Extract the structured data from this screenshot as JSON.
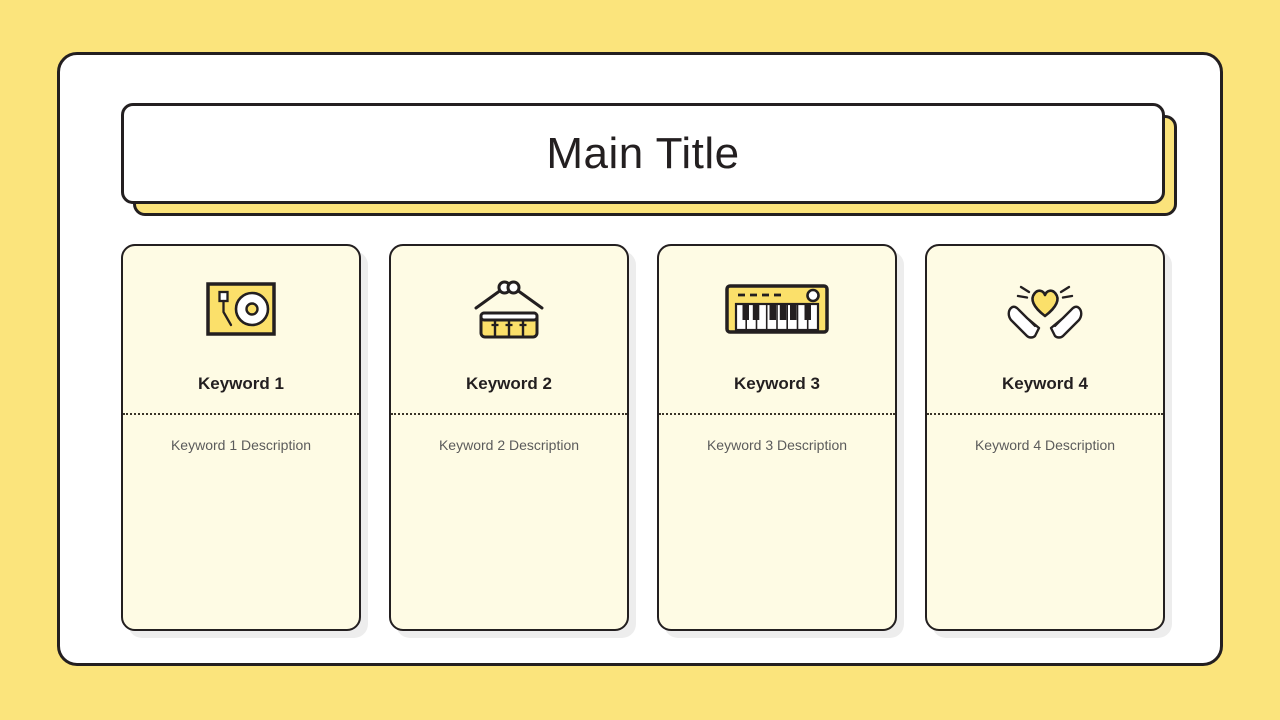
{
  "page": {
    "background_color": "#FBE47C",
    "frame_color": "#FFFFFF",
    "border_color": "#231F20",
    "accent_color": "#FBE37B",
    "card_color": "#FEFBE4"
  },
  "header": {
    "title": "Main Title"
  },
  "cards": [
    {
      "icon": "turntable-icon",
      "title": "Keyword 1",
      "description": "Keyword 1 Description"
    },
    {
      "icon": "snare-drum-icon",
      "title": "Keyword 2",
      "description": "Keyword 2 Description"
    },
    {
      "icon": "keyboard-synth-icon",
      "title": "Keyword 3",
      "description": "Keyword 3 Description"
    },
    {
      "icon": "hands-holding-heart-icon",
      "title": "Keyword 4",
      "description": "Keyword 4 Description"
    }
  ]
}
